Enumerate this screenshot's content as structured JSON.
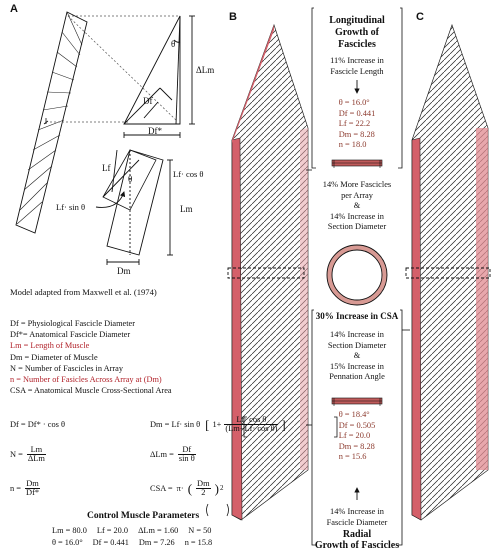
{
  "panels": {
    "a": "A",
    "b": "B",
    "c": "C"
  },
  "diagram_a": {
    "theta": "θ",
    "delta_lm": "ΔLm",
    "df": "Df",
    "df_anat": "Df*",
    "lf": "Lf",
    "lf_cos": "Lf· cos θ",
    "lf_sin": "Lf· sin θ",
    "lm": "Lm",
    "dm": "Dm"
  },
  "source": "Model adapted from Maxwell et al. (1974)",
  "legend": [
    {
      "text": "Df = Physiological Fascicle Diameter",
      "highlight": false
    },
    {
      "text": "Df*= Anatomical Fascicle Diameter",
      "highlight": false
    },
    {
      "text": "Lm = Length of Muscle",
      "highlight": true
    },
    {
      "text": "Dm = Diameter of Muscle",
      "highlight": false
    },
    {
      "text": "N = Number of Fascicles in Array",
      "highlight": false
    },
    {
      "text": "n = Number of Fasicles Across Array at (Dm)",
      "highlight": true
    },
    {
      "text": "CSA = Anatomical Muscle Cross-Sectional Area",
      "highlight": false
    }
  ],
  "equations": {
    "eq1": "Df = Df* · cos θ",
    "eq2_lhs": "Dm = Lf· sin θ",
    "eq2_num": "Lf· cos θ",
    "eq2_den": "(Lm−Lf· cos θ)",
    "eq2_one": "1+",
    "eq3_lhs": "N =",
    "eq3_num": "Lm",
    "eq3_den": "ΔLm",
    "eq4_lhs": "ΔLm =",
    "eq4_num": "Df",
    "eq4_den": "sin θ",
    "eq5_lhs": "n =",
    "eq5_num": "Dm",
    "eq5_den": "Df*",
    "eq6_lhs": "CSA =",
    "eq6_pi": "π·",
    "eq6_num": "Dm",
    "eq6_den": "2",
    "eq6_exp": "2"
  },
  "control": {
    "title": "Control Muscle Parameters",
    "row1": [
      "Lm = 80.0",
      "Lf = 20.0",
      "ΔLm = 1.60",
      "N = 50"
    ],
    "row2": [
      "θ = 16.0°",
      "Df = 0.441",
      "Dm = 7.26",
      "n = 15.8"
    ]
  },
  "longitudinal": {
    "title1": "Longitudinal",
    "title2": "Growth of",
    "title3": "Fascicles",
    "inc1": "11% Increase in",
    "inc2": "Fascicle Length",
    "params": [
      "θ = 16.0°",
      "Df = 0.441",
      "Lf = 22.2",
      "Dm = 8.28",
      "n = 18.0"
    ]
  },
  "middle_text": [
    "14% More Fascicles",
    "per Array",
    "&",
    "14% Increase in",
    "Section Diameter"
  ],
  "csa_label": "30% Increase in CSA",
  "radial_text": [
    "14% Increase in",
    "Section Diameter",
    "&",
    "15% Increase in",
    "Pennation Angle"
  ],
  "radial_params": [
    "θ = 18.4°",
    "Df = 0.505",
    "Lf = 20.0",
    "Dm = 8.28",
    "n = 15.6"
  ],
  "radial_bottom": {
    "inc1": "14% Increase in",
    "inc2": "Fascicle Diameter",
    "title1": "Radial",
    "title2": "Growth of",
    "title3": "Fascicles"
  }
}
